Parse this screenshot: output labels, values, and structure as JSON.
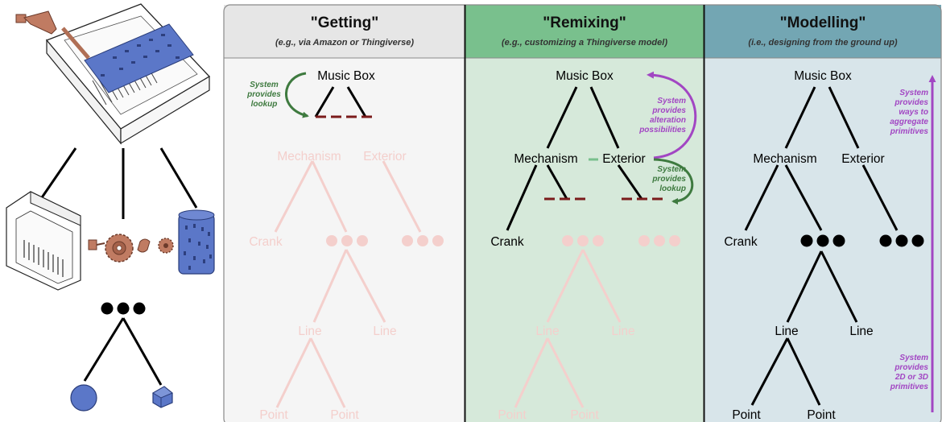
{
  "columns": [
    {
      "title": "\"Getting\"",
      "subtitle": "(e.g., via Amazon or Thingiverse)"
    },
    {
      "title": "\"Remixing\"",
      "subtitle": "(e.g., customizing a Thingiverse model)"
    },
    {
      "title": "\"Modelling\"",
      "subtitle": "(i.e., designing from the ground up)"
    }
  ],
  "tree": {
    "root": "Music Box",
    "mechanism": "Mechanism",
    "exterior": "Exterior",
    "crank": "Crank",
    "line": "Line",
    "point": "Point"
  },
  "notes": {
    "lookup": [
      "System",
      "provides",
      "lookup"
    ],
    "alteration": [
      "System",
      "provides",
      "alteration",
      "possibilities"
    ],
    "aggregate": [
      "System",
      "provides",
      "ways to",
      "aggregate",
      "primitives"
    ],
    "primitives": [
      "System",
      "provides",
      "2D or 3D",
      "primitives"
    ]
  },
  "colors": {
    "header_getting": "#e6e6e6",
    "header_remixing": "#79c08d",
    "header_modelling": "#73a6b3",
    "bg_getting": "#f5f5f5",
    "bg_remixing": "#d6e9da",
    "bg_modelling": "#d8e5ea",
    "faded": "#f4cfcc",
    "lookup_arrow": "#3e7a3f",
    "purple": "#a246c3",
    "dash": "#7b1b1b"
  }
}
